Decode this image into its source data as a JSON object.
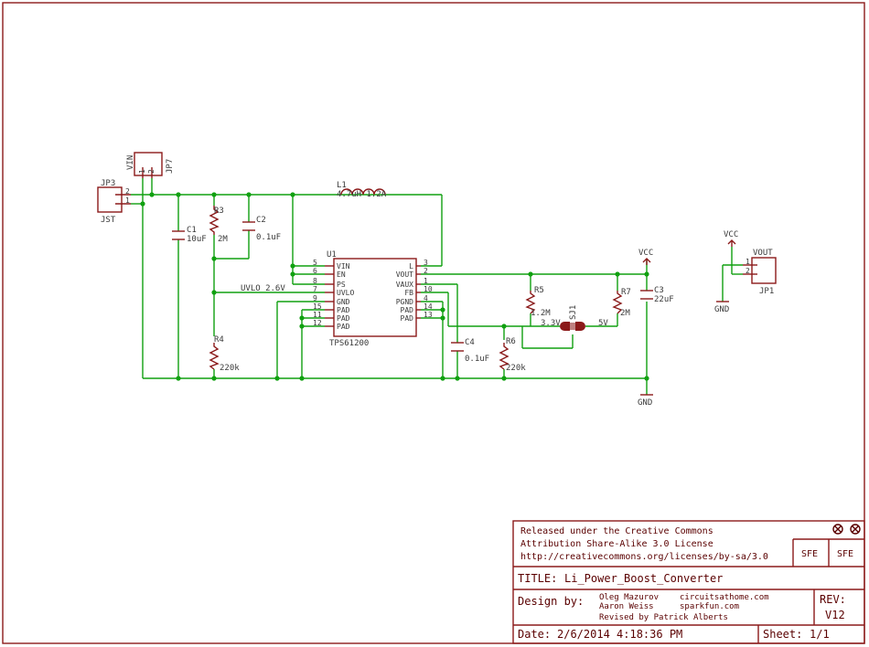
{
  "license": {
    "line1": "Released under the Creative Commons",
    "line2": "Attribution Share-Alike 3.0 License",
    "line3": "http://creativecommons.org/licenses/by-sa/3.0",
    "logo_left": "SFE",
    "logo_right": "SFE"
  },
  "title_block": {
    "title_label": "TITLE:",
    "title_value": "Li_Power_Boost_Converter",
    "design_label": "Design by:",
    "author1": "Oleg Mazurov",
    "site1": "circuitsathome.com",
    "author2": "Aaron Weiss",
    "site2": "sparkfun.com",
    "revised": "Revised by Patrick Alberts",
    "rev_label": "REV:",
    "rev_value": "V12",
    "date_label": "Date:",
    "date_value": "2/6/2014 4:18:36 PM",
    "sheet_label": "Sheet:",
    "sheet_value": "1/1"
  },
  "parts": {
    "jp7": {
      "name": "JP7",
      "net": "VIN",
      "pin1": "1",
      "pin2": "2"
    },
    "jp3": {
      "name": "JP3",
      "value": "JST",
      "pin1": "1",
      "pin2": "2"
    },
    "jp1": {
      "name": "JP1",
      "net": "VOUT",
      "pin1": "1",
      "pin2": "2"
    },
    "c1": {
      "name": "C1",
      "value": "10uF"
    },
    "c2": {
      "name": "C2",
      "value": "0.1uF"
    },
    "c3": {
      "name": "C3",
      "value": "22uF"
    },
    "c4": {
      "name": "C4",
      "value": "0.1uF"
    },
    "r3": {
      "name": "R3",
      "value": "2M"
    },
    "r4": {
      "name": "R4",
      "value": "220k"
    },
    "r5": {
      "name": "R5",
      "value": "1.2M"
    },
    "r6": {
      "name": "R6",
      "value": "220k"
    },
    "r7": {
      "name": "R7",
      "value": "2M"
    },
    "l1": {
      "name": "L1",
      "value": "4.7uH 1.2A"
    },
    "sj1": {
      "name": "SJ1",
      "left": "3.3V",
      "right": "5V"
    },
    "u1": {
      "name": "U1",
      "value": "TPS61200",
      "left_pins": [
        {
          "num": "5",
          "name": "VIN"
        },
        {
          "num": "6",
          "name": "EN"
        },
        {
          "num": "8",
          "name": "PS"
        },
        {
          "num": "7",
          "name": "UVLO"
        },
        {
          "num": "9",
          "name": "GND"
        },
        {
          "num": "15",
          "name": "PAD"
        },
        {
          "num": "11",
          "name": "PAD"
        },
        {
          "num": "12",
          "name": "PAD"
        }
      ],
      "right_pins": [
        {
          "num": "3",
          "name": "L"
        },
        {
          "num": "2",
          "name": "VOUT"
        },
        {
          "num": "1",
          "name": "VAUX"
        },
        {
          "num": "10",
          "name": "FB"
        },
        {
          "num": "4",
          "name": "PGND"
        },
        {
          "num": "14",
          "name": "PAD"
        },
        {
          "num": "13",
          "name": "PAD"
        }
      ]
    }
  },
  "nets": {
    "uvlo": "UVLO 2.6V",
    "vcc_main": "VCC",
    "gnd_main": "GND",
    "vcc_jp1": "VCC",
    "gnd_jp1": "GND"
  },
  "colors": {
    "wire": "#10a010",
    "component": "#8b1a1a",
    "frame": "#8b1a1a",
    "text": "#3a3a3a"
  }
}
